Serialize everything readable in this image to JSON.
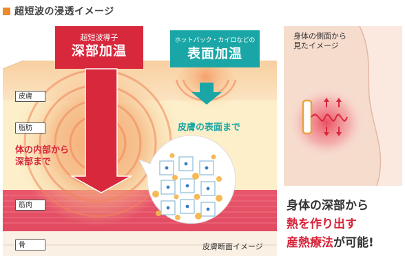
{
  "heading": {
    "title": "超短波の浸透イメージ",
    "accent_color": "#ee8a2c"
  },
  "callout_deep": {
    "subtitle": "超短波導子",
    "title": "深部加温",
    "color": "#d8283c"
  },
  "callout_surface": {
    "subtitle": "ホットパック・カイロなどの",
    "title": "表面加温",
    "color": "#1aa6a6"
  },
  "layers": {
    "skin": "皮膚",
    "fat": "脂肪",
    "muscle": "筋肉",
    "bone": "骨"
  },
  "labels": {
    "deep_line1": "体の内部から",
    "deep_line2": "深部まで",
    "surface": "皮膚の表面まで",
    "caption": "皮膚断面イメージ"
  },
  "side_view": {
    "label_line1": "身体の側面から",
    "label_line2": "見たイメージ"
  },
  "tagline": {
    "line1": "身体の深部から",
    "line2": "熱を作り出す",
    "line3_highlight": "産熱療法",
    "line3_rest": "が可能!"
  }
}
